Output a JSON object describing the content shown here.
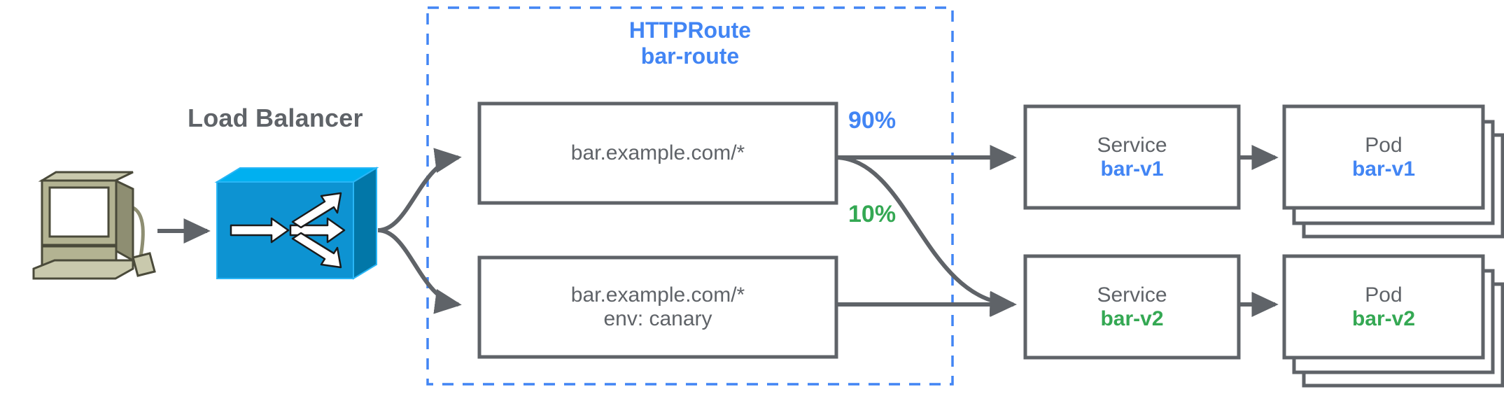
{
  "diagram": {
    "title_label": "Load Balancer",
    "colors": {
      "blue": "#4285f4",
      "green": "#34a853",
      "gray": "#5f6368",
      "stroke": "#5f6368",
      "lb_blue": "#039be5",
      "computer_beige": "#b3b392"
    },
    "client": {
      "icon_name": "computer-workstation-icon"
    },
    "load_balancer": {
      "label": "Load Balancer",
      "icon_name": "load-balancer-router-icon"
    },
    "httproute": {
      "kind_label": "HTTPRoute",
      "name_label": "bar-route",
      "rules": [
        {
          "line1": "bar.example.com/*",
          "line2": ""
        },
        {
          "line1": "bar.example.com/*",
          "line2": "env: canary"
        }
      ]
    },
    "weights": [
      {
        "value": "90%",
        "color_key": "blue"
      },
      {
        "value": "10%",
        "color_key": "green"
      }
    ],
    "services": [
      {
        "kind_label": "Service",
        "name_label": "bar-v1",
        "color_key": "blue"
      },
      {
        "kind_label": "Service",
        "name_label": "bar-v2",
        "color_key": "green"
      }
    ],
    "pods": [
      {
        "kind_label": "Pod",
        "name_label": "bar-v1",
        "color_key": "blue",
        "stack_count": 3
      },
      {
        "kind_label": "Pod",
        "name_label": "bar-v2",
        "color_key": "green",
        "stack_count": 3
      }
    ]
  }
}
